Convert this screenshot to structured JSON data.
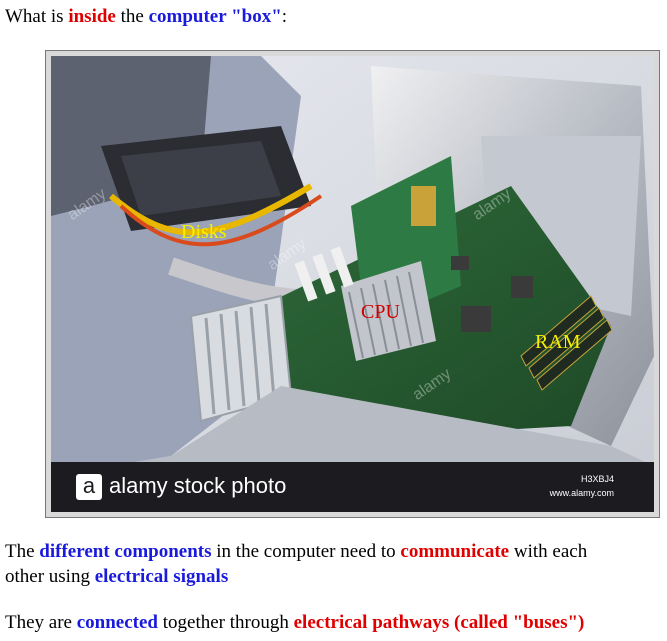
{
  "heading": {
    "part1": "What is ",
    "part2": "inside",
    "part3": " the ",
    "part4": "computer \"box\"",
    "part5": ":"
  },
  "photo": {
    "labels": {
      "disks": "Disks",
      "cpu": "CPU",
      "ram": "RAM"
    },
    "watermark_text": "alamy",
    "footer": {
      "logo_letter": "a",
      "brand": "alamy stock photo",
      "code": "H3XBJ4",
      "url": "www.alamy.com"
    }
  },
  "para1": {
    "a": "The ",
    "b": "different components",
    "c": " in the computer need to ",
    "d": "communicate",
    "e": " with each",
    "f": "other using ",
    "g": "electrical signals"
  },
  "para2": {
    "a": "They are ",
    "b": "connected",
    "c": " together through ",
    "d": "electrical pathways (called \"buses\")"
  }
}
